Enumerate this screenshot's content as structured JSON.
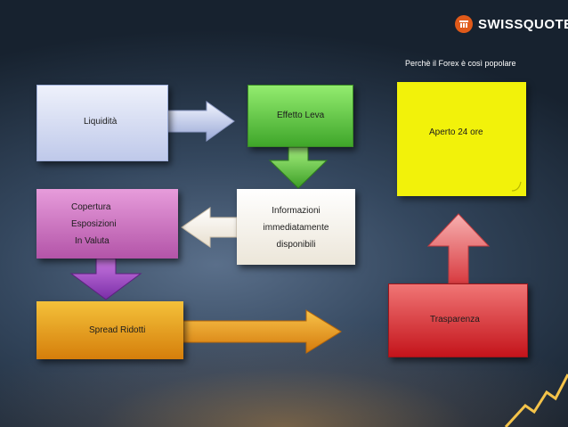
{
  "header": {
    "brand": "SWISSQUOTE",
    "subtitle": "Perchè il Forex è così popolare"
  },
  "nodes": {
    "liquidita": "Liquidità",
    "effetto_leva": "Effetto Leva",
    "informazioni": [
      "Informazioni",
      "immediatamente",
      "disponibili"
    ],
    "copertura": [
      "Copertura",
      "Esposizioni",
      "In Valuta"
    ],
    "spread": "Spread Ridotti",
    "aperto": "Aperto 24 ore",
    "trasparenza": "Trasparenza"
  },
  "colors": {
    "liquidita": "#c7d0ee",
    "effetto_leva": "#5cc83f",
    "informazioni": "#f4f0e8",
    "copertura": "#c965bd",
    "spread": "#e8a020",
    "aperto": "#f2f20a",
    "trasparenza": "#d8282e",
    "brand": "#e05a1a"
  },
  "icons": {
    "brand_logo": "swissquote-logo-icon"
  }
}
